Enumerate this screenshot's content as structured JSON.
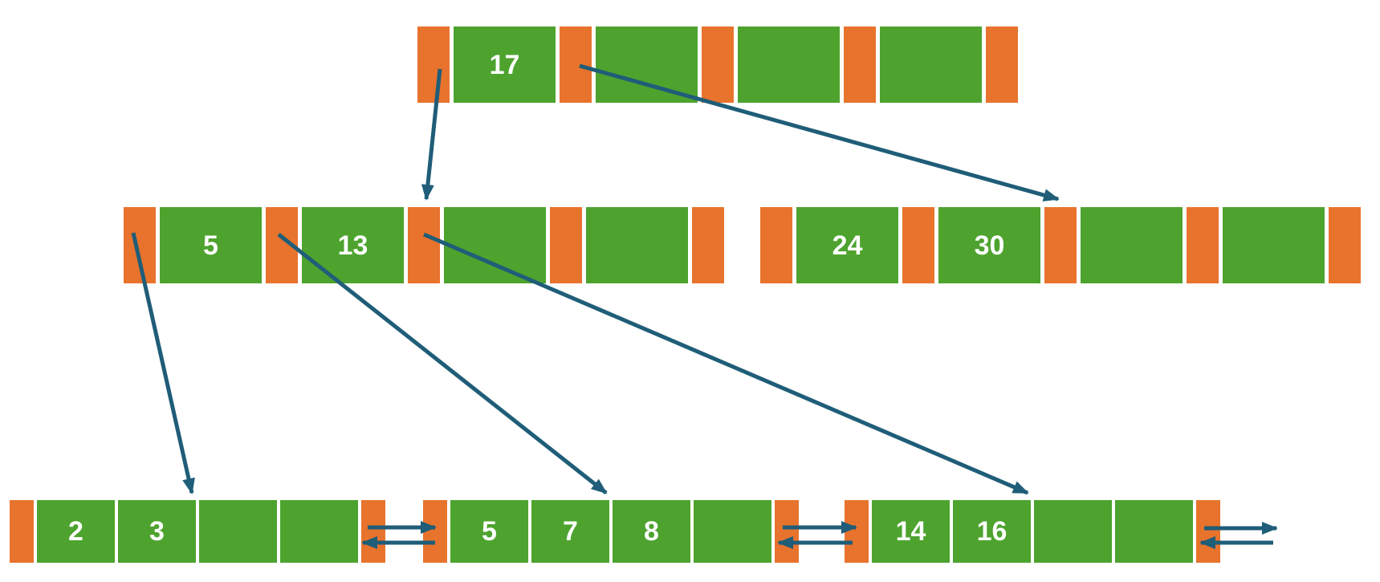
{
  "colors": {
    "key_cell": "#4DA32E",
    "pointer_cell": "#E8732D",
    "arrow": "#1F5D78"
  },
  "tree": {
    "root": {
      "keys": [
        "17",
        "",
        "",
        ""
      ]
    },
    "internal": [
      {
        "keys": [
          "5",
          "13",
          "",
          ""
        ]
      },
      {
        "keys": [
          "24",
          "30",
          "",
          ""
        ]
      }
    ],
    "leaves": [
      {
        "keys": [
          "2",
          "3",
          "",
          ""
        ]
      },
      {
        "keys": [
          "5",
          "7",
          "8",
          ""
        ]
      },
      {
        "keys": [
          "14",
          "16",
          "",
          ""
        ]
      }
    ]
  }
}
